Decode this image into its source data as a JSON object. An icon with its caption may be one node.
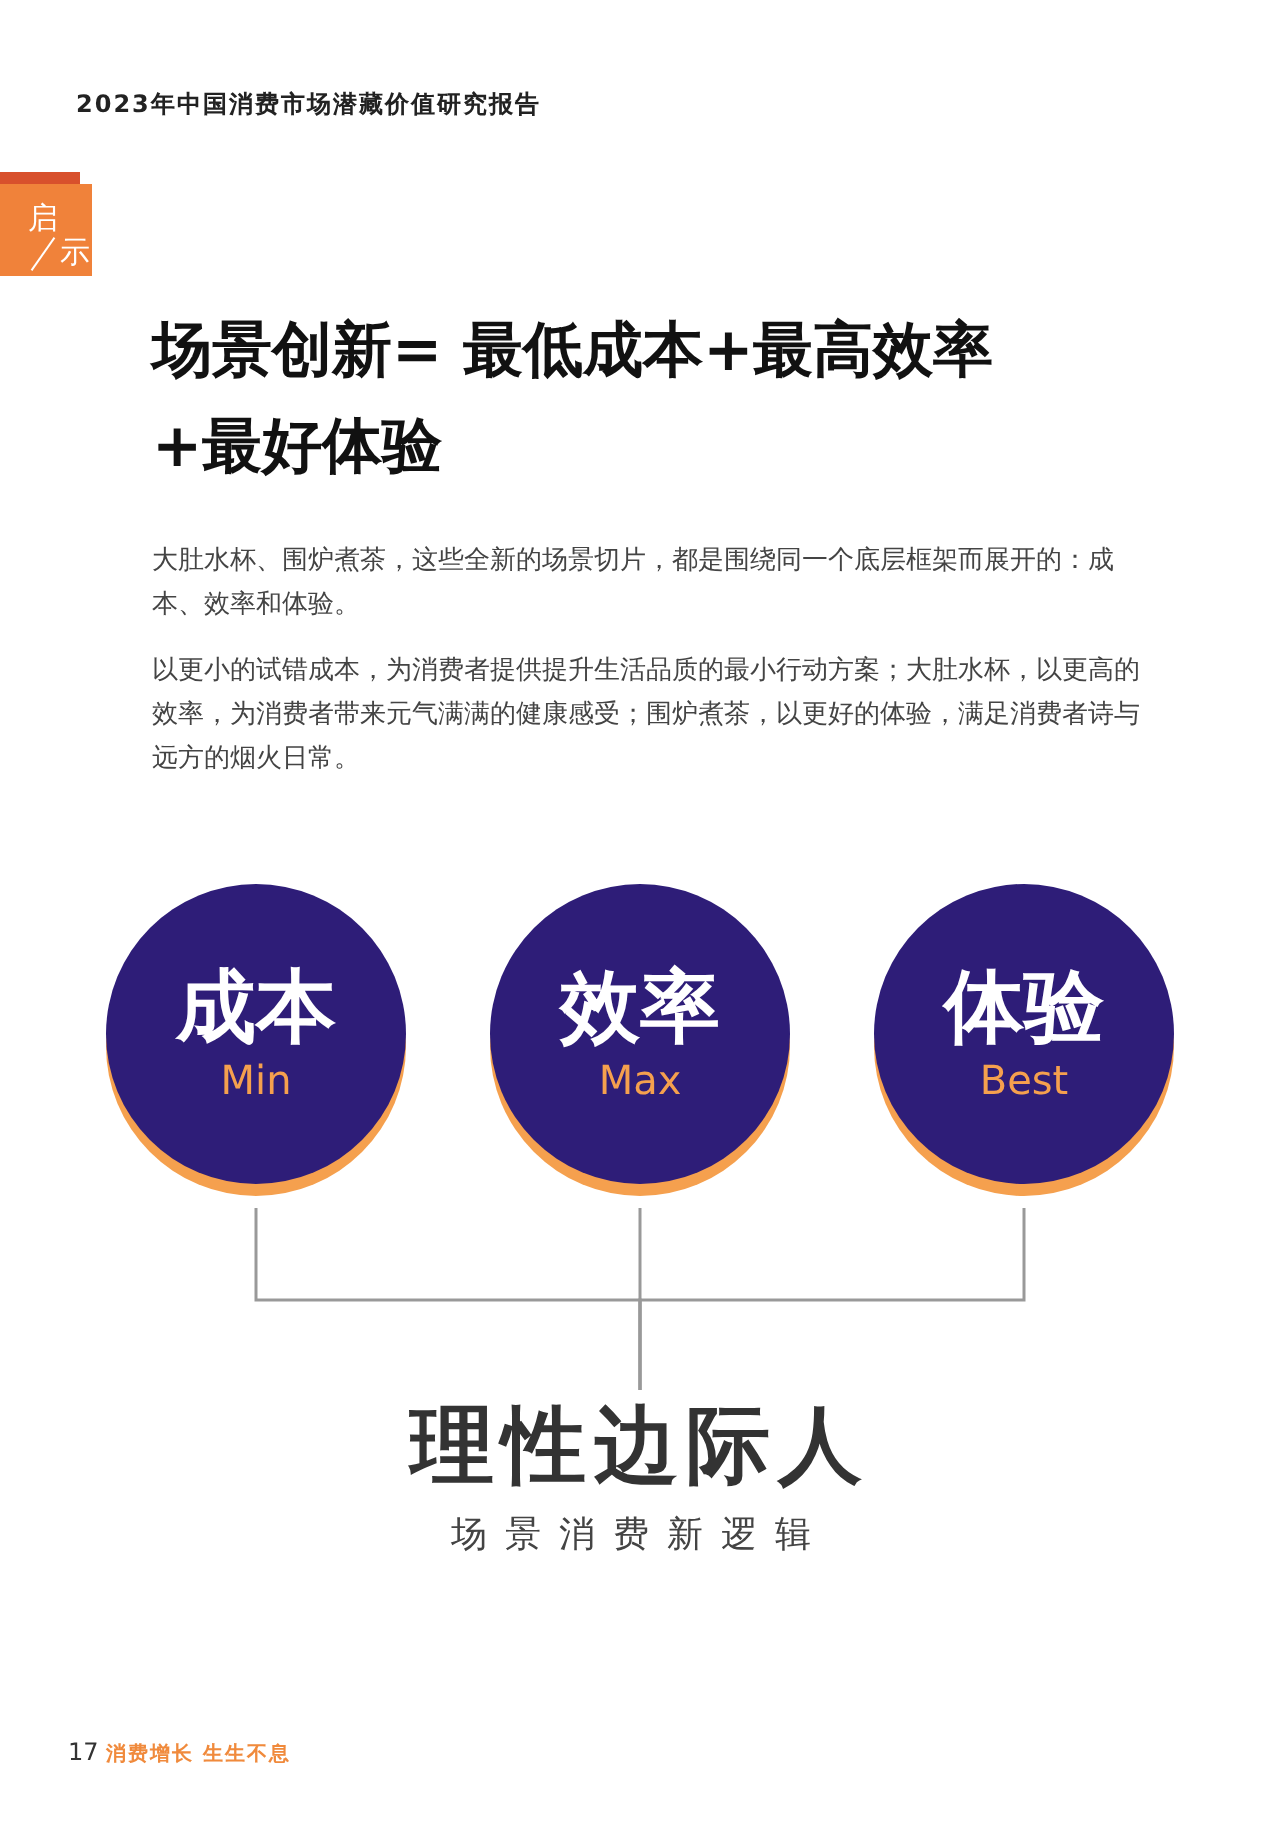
{
  "diagram": {
    "title": "场景创新= 最低成本+最高效率+最好体验",
    "nodes": [
      {
        "text": [
          "成本",
          "Min"
        ]
      },
      {
        "text": [
          "效率",
          "Max"
        ]
      },
      {
        "text": [
          "体验",
          "Best"
        ]
      },
      {
        "text": [
          "理性边际人"
        ],
        "beside": [
          "场景消费新逻辑"
        ]
      }
    ],
    "edges": [
      {
        "from": 0,
        "to": 3,
        "arrow": "none"
      },
      {
        "from": 1,
        "to": 3,
        "arrow": "none"
      },
      {
        "from": 2,
        "to": 3,
        "arrow": "none"
      }
    ],
    "labels": [
      "2023年中国消费市场潜藏价值研究报告",
      "启",
      "示",
      "大肚水杯、围炉煮茶，这些全新的场景切片，都是围绕同一个底层框架而展开的：成本、效率和体验。",
      "以更小的试错成本，为消费者提供提升生活品质的最小行动方案；大肚水杯，以更高的效率，为消费者带来元气满满的健康感受；围炉煮茶，以更好的体验，满足消费者诗与远方的烟火日常。",
      "17",
      "消费增长 生生不息"
    ]
  }
}
